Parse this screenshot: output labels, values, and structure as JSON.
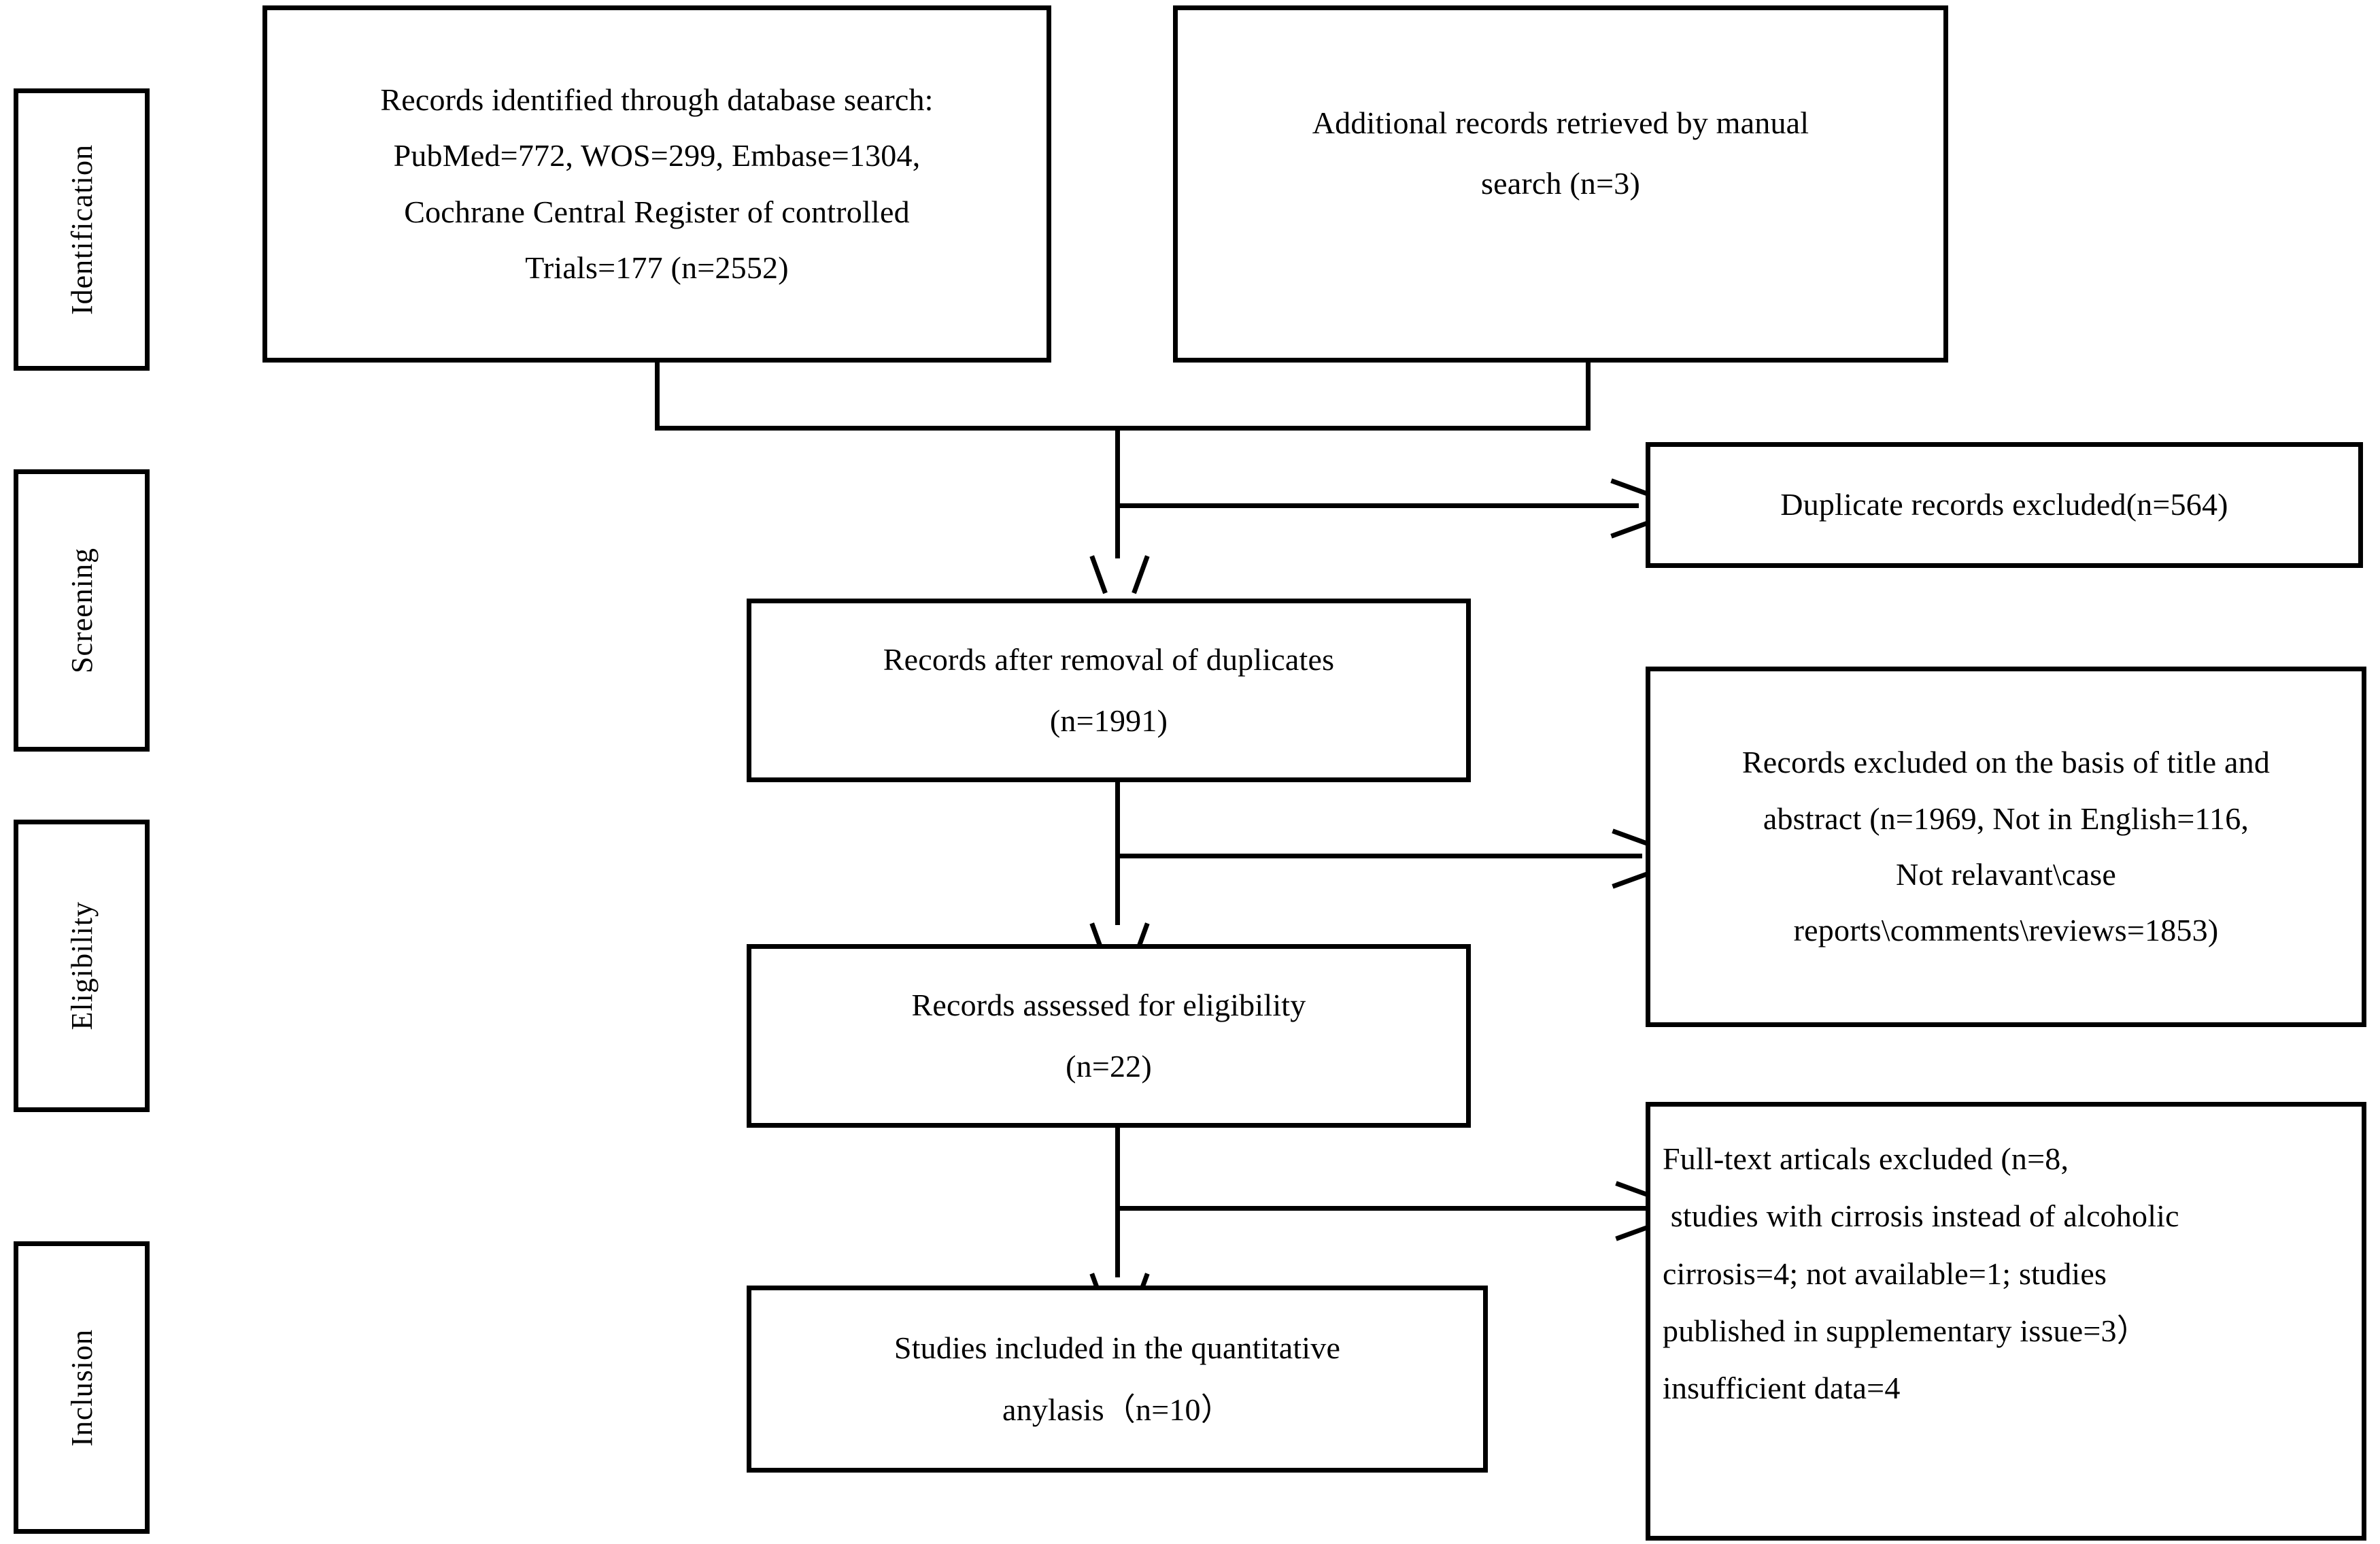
{
  "diagram": {
    "title": "PRISMA study selection flow diagram",
    "stroke_color": "#000000",
    "background_color": "#ffffff"
  },
  "stages": [
    {
      "id": "identification",
      "label": "Identification"
    },
    {
      "id": "screening",
      "label": "Screening"
    },
    {
      "id": "eligibility",
      "label": "Eligibility"
    },
    {
      "id": "inclusion",
      "label": "Inclusion"
    }
  ],
  "boxes": {
    "database_search": {
      "id": "records-identified-database-search",
      "lines": [
        "Records identified through database search:",
        "PubMed=772, WOS=299, Embase=1304,",
        "Cochrane Central Register of controlled",
        "Trials=177 (n=2552)"
      ]
    },
    "manual_search": {
      "id": "additional-records-manual-search",
      "lines": [
        "Additional records retrieved by manual",
        "search (n=3)"
      ]
    },
    "duplicates_excluded": {
      "id": "duplicate-records-excluded",
      "lines": [
        "Duplicate records excluded(n=564)"
      ]
    },
    "after_duplicates": {
      "id": "records-after-removal-of-duplicates",
      "lines": [
        "Records after removal of duplicates",
        "(n=1991)"
      ]
    },
    "title_abstract_excluded": {
      "id": "records-excluded-title-abstract",
      "lines": [
        "Records excluded on the basis of title and",
        "abstract (n=1969, Not in English=116,",
        "Not relavant\\case",
        "reports\\comments\\reviews=1853)"
      ]
    },
    "assessed_eligibility": {
      "id": "records-assessed-for-eligibility",
      "lines": [
        "Records assessed for eligibility",
        "(n=22)"
      ]
    },
    "fulltext_excluded": {
      "id": "full-text-articals-excluded",
      "lines": [
        "Full-text articals excluded (n=8,",
        " studies with cirrosis instead of alcoholic",
        "cirrosis=4; not available=1; studies",
        "published in supplementary issue=3）",
        "insufficient data=4"
      ]
    },
    "included_quantitative": {
      "id": "studies-included-quantitative-analysis",
      "lines": [
        "Studies included in the quantitative",
        "anylasis（n=10）"
      ]
    }
  },
  "counts": {
    "pubmed": 772,
    "wos": 299,
    "embase": 1304,
    "cochrane_central_register_controlled_trials": 177,
    "total_database_records": 2552,
    "manual_search_records": 3,
    "duplicates_excluded": 564,
    "records_after_duplicates": 1991,
    "excluded_title_abstract": 1969,
    "not_in_english": 116,
    "not_relevant_case_reports_comments_reviews": 1853,
    "assessed_for_eligibility": 22,
    "fulltext_excluded": 8,
    "cirrhosis_instead_of_alcoholic_cirrhosis": 4,
    "not_available": 1,
    "published_in_supplementary_issue": 3,
    "insufficient_data": 4,
    "included_in_quantitative_analysis": 10
  }
}
